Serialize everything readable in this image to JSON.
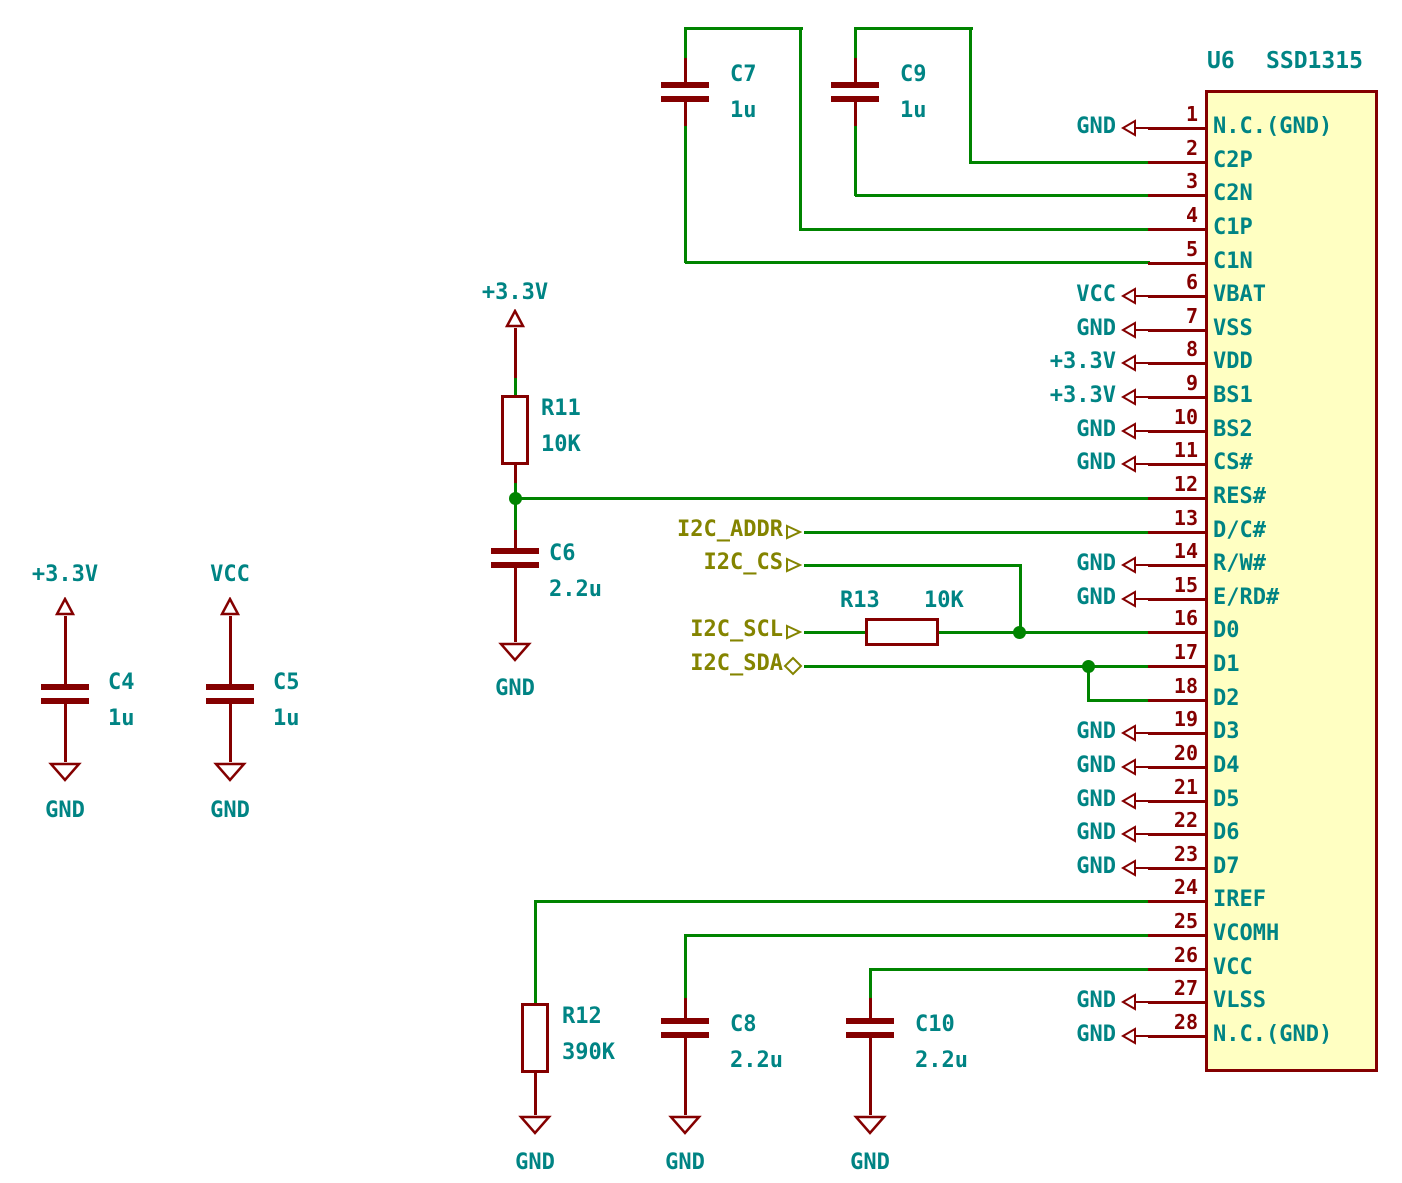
{
  "ic": {
    "ref": "U6",
    "part": "SSD1315",
    "pins": [
      {
        "num": "1",
        "name": "N.C.(GND)",
        "power": "GND"
      },
      {
        "num": "2",
        "name": "C2P"
      },
      {
        "num": "3",
        "name": "C2N"
      },
      {
        "num": "4",
        "name": "C1P"
      },
      {
        "num": "5",
        "name": "C1N"
      },
      {
        "num": "6",
        "name": "VBAT",
        "power": "VCC"
      },
      {
        "num": "7",
        "name": "VSS",
        "power": "GND"
      },
      {
        "num": "8",
        "name": "VDD",
        "power": "+3.3V"
      },
      {
        "num": "9",
        "name": "BS1",
        "power": "+3.3V"
      },
      {
        "num": "10",
        "name": "BS2",
        "power": "GND"
      },
      {
        "num": "11",
        "name": "CS#",
        "power": "GND"
      },
      {
        "num": "12",
        "name": "RES#"
      },
      {
        "num": "13",
        "name": "D/C#"
      },
      {
        "num": "14",
        "name": "R/W#",
        "power": "GND"
      },
      {
        "num": "15",
        "name": "E/RD#",
        "power": "GND"
      },
      {
        "num": "16",
        "name": "D0"
      },
      {
        "num": "17",
        "name": "D1"
      },
      {
        "num": "18",
        "name": "D2"
      },
      {
        "num": "19",
        "name": "D3",
        "power": "GND"
      },
      {
        "num": "20",
        "name": "D4",
        "power": "GND"
      },
      {
        "num": "21",
        "name": "D5",
        "power": "GND"
      },
      {
        "num": "22",
        "name": "D6",
        "power": "GND"
      },
      {
        "num": "23",
        "name": "D7",
        "power": "GND"
      },
      {
        "num": "24",
        "name": "IREF"
      },
      {
        "num": "25",
        "name": "VCOMH"
      },
      {
        "num": "26",
        "name": "VCC"
      },
      {
        "num": "27",
        "name": "VLSS",
        "power": "GND"
      },
      {
        "num": "28",
        "name": "N.C.(GND)",
        "power": "GND"
      }
    ]
  },
  "components": {
    "c4": {
      "ref": "C4",
      "value": "1u"
    },
    "c5": {
      "ref": "C5",
      "value": "1u"
    },
    "c6": {
      "ref": "C6",
      "value": "2.2u"
    },
    "c7": {
      "ref": "C7",
      "value": "1u"
    },
    "c8": {
      "ref": "C8",
      "value": "2.2u"
    },
    "c9": {
      "ref": "C9",
      "value": "1u"
    },
    "c10": {
      "ref": "C10",
      "value": "2.2u"
    },
    "r11": {
      "ref": "R11",
      "value": "10K"
    },
    "r12": {
      "ref": "R12",
      "value": "390K"
    },
    "r13": {
      "ref": "R13",
      "value": "10K"
    }
  },
  "net_labels": {
    "i2c_addr": "I2C_ADDR",
    "i2c_cs": "I2C_CS",
    "i2c_scl": "I2C_SCL",
    "i2c_sda": "I2C_SDA"
  },
  "power": {
    "p33v": "+3.3V",
    "vcc": "VCC",
    "gnd": "GND"
  },
  "colors": {
    "wire": "#008400",
    "outline": "#840000",
    "text": "#008484",
    "hlabel": "#848400",
    "ic_fill": "#FFFFC2"
  }
}
